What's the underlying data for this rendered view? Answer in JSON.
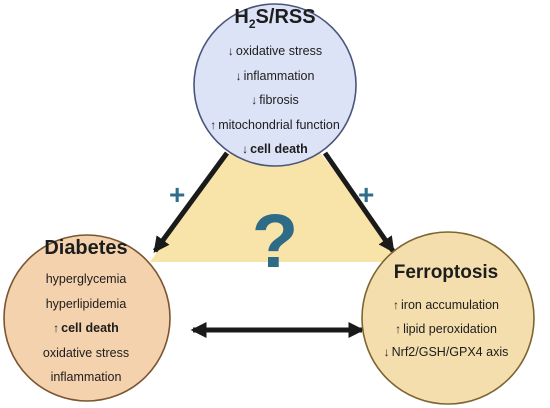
{
  "colors": {
    "triangle_fill": "#f8e3a8",
    "h2s_fill": "#dde3f6",
    "h2s_border": "#4b557a",
    "diabetes_fill": "#f3d2ad",
    "diabetes_border": "#7b5530",
    "ferroptosis_fill": "#f4deae",
    "ferroptosis_border": "#7c6530",
    "arrow": "#1a1a1a",
    "accent": "#2f6e88"
  },
  "h2s": {
    "title_main": "H",
    "title_sub": "2",
    "title_rest": "S/RSS",
    "items": [
      {
        "arrow": "down",
        "arrow_glyph": "↓",
        "text": "oxidative stress"
      },
      {
        "arrow": "down",
        "arrow_glyph": "↓",
        "text": "inflammation"
      },
      {
        "arrow": "down",
        "arrow_glyph": "↓",
        "text": "fibrosis"
      },
      {
        "arrow": "up",
        "arrow_glyph": "↑",
        "text": "mitochondrial function"
      },
      {
        "arrow": "down",
        "arrow_glyph": "↓",
        "text": "cell death"
      }
    ]
  },
  "diabetes": {
    "title": "Diabetes",
    "items": [
      {
        "text": "hyperglycemia"
      },
      {
        "text": "hyperlipidemia"
      },
      {
        "arrow": "up",
        "arrow_glyph": "↑",
        "text": "cell death"
      },
      {
        "text": "oxidative stress"
      },
      {
        "text": "inflammation"
      }
    ]
  },
  "ferroptosis": {
    "title": "Ferroptosis",
    "items": [
      {
        "arrow": "up",
        "arrow_glyph": "↑",
        "text": "iron accumulation"
      },
      {
        "arrow": "up",
        "arrow_glyph": "↑",
        "text": "lipid peroxidation"
      },
      {
        "arrow": "down",
        "arrow_glyph": "↓",
        "text": "Nrf2/GSH/GPX4 axis"
      }
    ]
  },
  "center": {
    "question_mark": "?"
  },
  "connectors": {
    "plus_left": "+",
    "plus_right": "+"
  }
}
